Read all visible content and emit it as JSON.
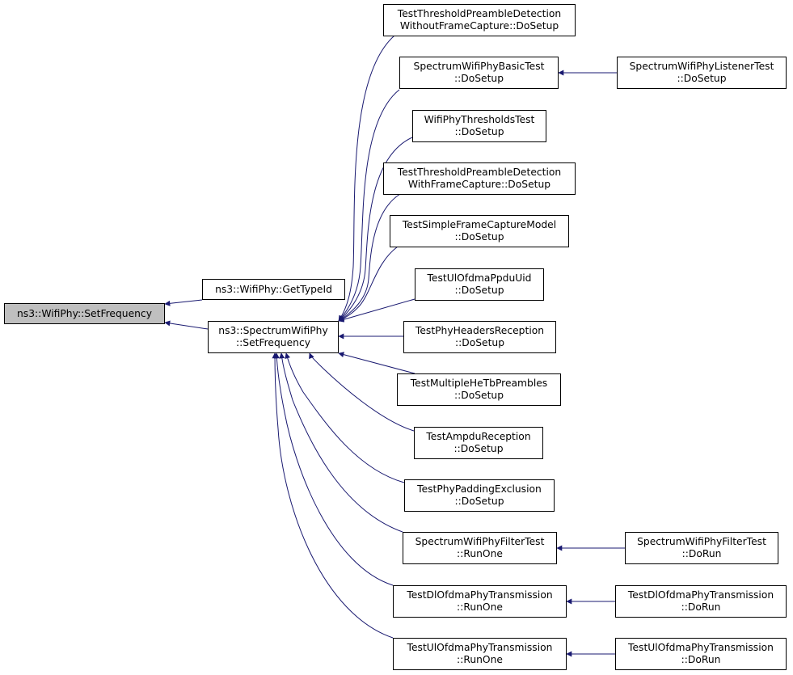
{
  "diagram": {
    "edge_color": "#191970",
    "root_fill": "#bfbfbf",
    "nodes": {
      "root": {
        "lines": [
          "ns3::WifiPhy::SetFrequency"
        ]
      },
      "gettypeid": {
        "lines": [
          "ns3::WifiPhy::GetTypeId"
        ]
      },
      "spectrum": {
        "lines": [
          "ns3::SpectrumWifiPhy",
          "::SetFrequency"
        ]
      },
      "thresh_wo": {
        "lines": [
          "TestThresholdPreambleDetection",
          "WithoutFrameCapture::DoSetup"
        ]
      },
      "basic": {
        "lines": [
          "SpectrumWifiPhyBasicTest",
          "::DoSetup"
        ]
      },
      "listener": {
        "lines": [
          "SpectrumWifiPhyListenerTest",
          "::DoSetup"
        ]
      },
      "thresholds": {
        "lines": [
          "WifiPhyThresholdsTest",
          "::DoSetup"
        ]
      },
      "thresh_w": {
        "lines": [
          "TestThresholdPreambleDetection",
          "WithFrameCapture::DoSetup"
        ]
      },
      "simple": {
        "lines": [
          "TestSimpleFrameCaptureModel",
          "::DoSetup"
        ]
      },
      "ulppdu": {
        "lines": [
          "TestUlOfdmaPpduUid",
          "::DoSetup"
        ]
      },
      "headers": {
        "lines": [
          "TestPhyHeadersReception",
          "::DoSetup"
        ]
      },
      "multiple": {
        "lines": [
          "TestMultipleHeTbPreambles",
          "::DoSetup"
        ]
      },
      "ampdu": {
        "lines": [
          "TestAmpduReception",
          "::DoSetup"
        ]
      },
      "padding": {
        "lines": [
          "TestPhyPaddingExclusion",
          "::DoSetup"
        ]
      },
      "filter_run": {
        "lines": [
          "SpectrumWifiPhyFilterTest",
          "::RunOne"
        ]
      },
      "filter_dorun": {
        "lines": [
          "SpectrumWifiPhyFilterTest",
          "::DoRun"
        ]
      },
      "dl_run": {
        "lines": [
          "TestDlOfdmaPhyTransmission",
          "::RunOne"
        ]
      },
      "dl_dorun": {
        "lines": [
          "TestDlOfdmaPhyTransmission",
          "::DoRun"
        ]
      },
      "ul_run": {
        "lines": [
          "TestUlOfdmaPhyTransmission",
          "::RunOne"
        ]
      },
      "ul_dorun": {
        "lines": [
          "TestUlOfdmaPhyTransmission",
          "::DoRun"
        ]
      }
    }
  }
}
